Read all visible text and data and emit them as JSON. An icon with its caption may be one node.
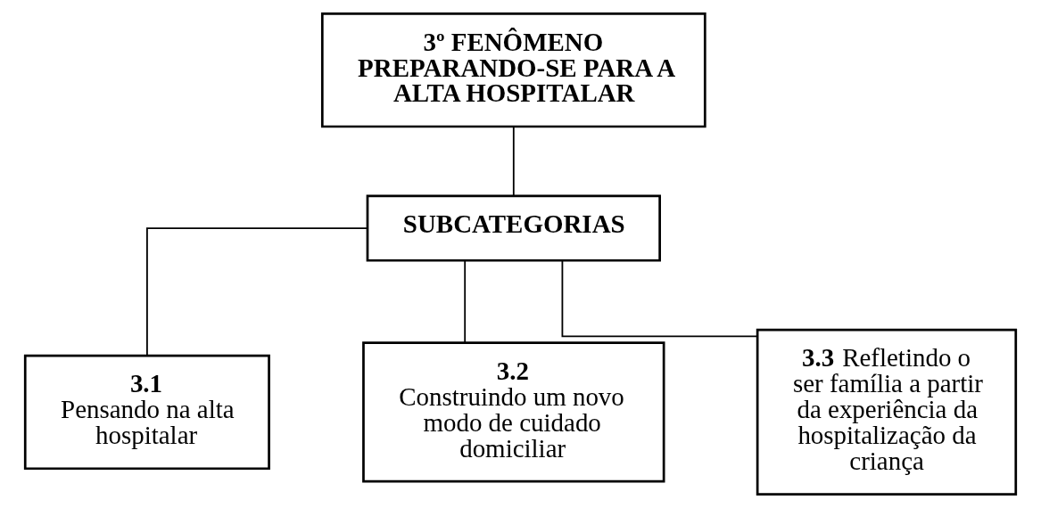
{
  "diagram": {
    "nodes": [
      {
        "text": [
          "3º FENÔMENO",
          "PREPARANDO-SE PARA A ALTA HOSPITALAR"
        ]
      },
      {
        "text": [
          "SUBCATEGORIAS"
        ]
      },
      {
        "text": [
          "3.1",
          "Pensando na alta hospitalar"
        ]
      },
      {
        "text": [
          "3.2",
          "Construindo um novo modo de cuidado domiciliar"
        ]
      },
      {
        "text": [
          "**3.3** Refletindo o ser família a partir da experiência da hospitalização da criança"
        ]
      }
    ],
    "edges": [
      {
        "from": 0,
        "to": 1,
        "arrow": "none"
      },
      {
        "from": 1,
        "to": 2,
        "arrow": "none"
      },
      {
        "from": 1,
        "to": 3,
        "arrow": "none"
      },
      {
        "from": 1,
        "to": 4,
        "arrow": "none"
      }
    ]
  }
}
